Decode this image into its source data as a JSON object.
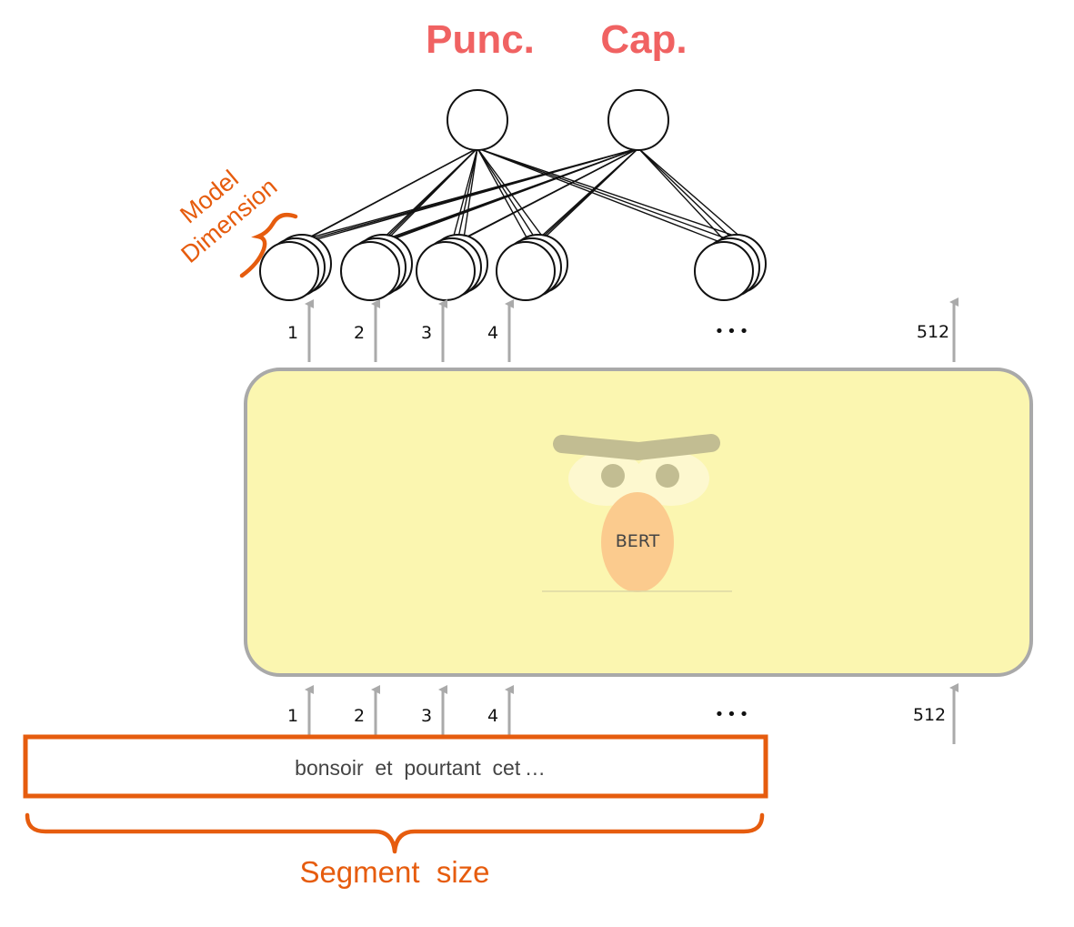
{
  "heads": {
    "punc_label": "Punc.",
    "cap_label": "Cap."
  },
  "annotations": {
    "model_dimension_line1": "Model",
    "model_dimension_line2": "Dimension",
    "segment_size": "Segment  size"
  },
  "bert": {
    "label": "BERT"
  },
  "top_positions": [
    "1",
    "2",
    "3",
    "4"
  ],
  "bottom_positions": [
    "1",
    "2",
    "3",
    "4"
  ],
  "ellipsis": "•••",
  "last_position": "512",
  "input_text": "bonsoir  et  pourtant  cet …",
  "colors": {
    "head_label": "#f06262",
    "orange": "#e65c0e",
    "bert_fill": "#fbf6b0",
    "arrow": "#aaaaaa"
  }
}
